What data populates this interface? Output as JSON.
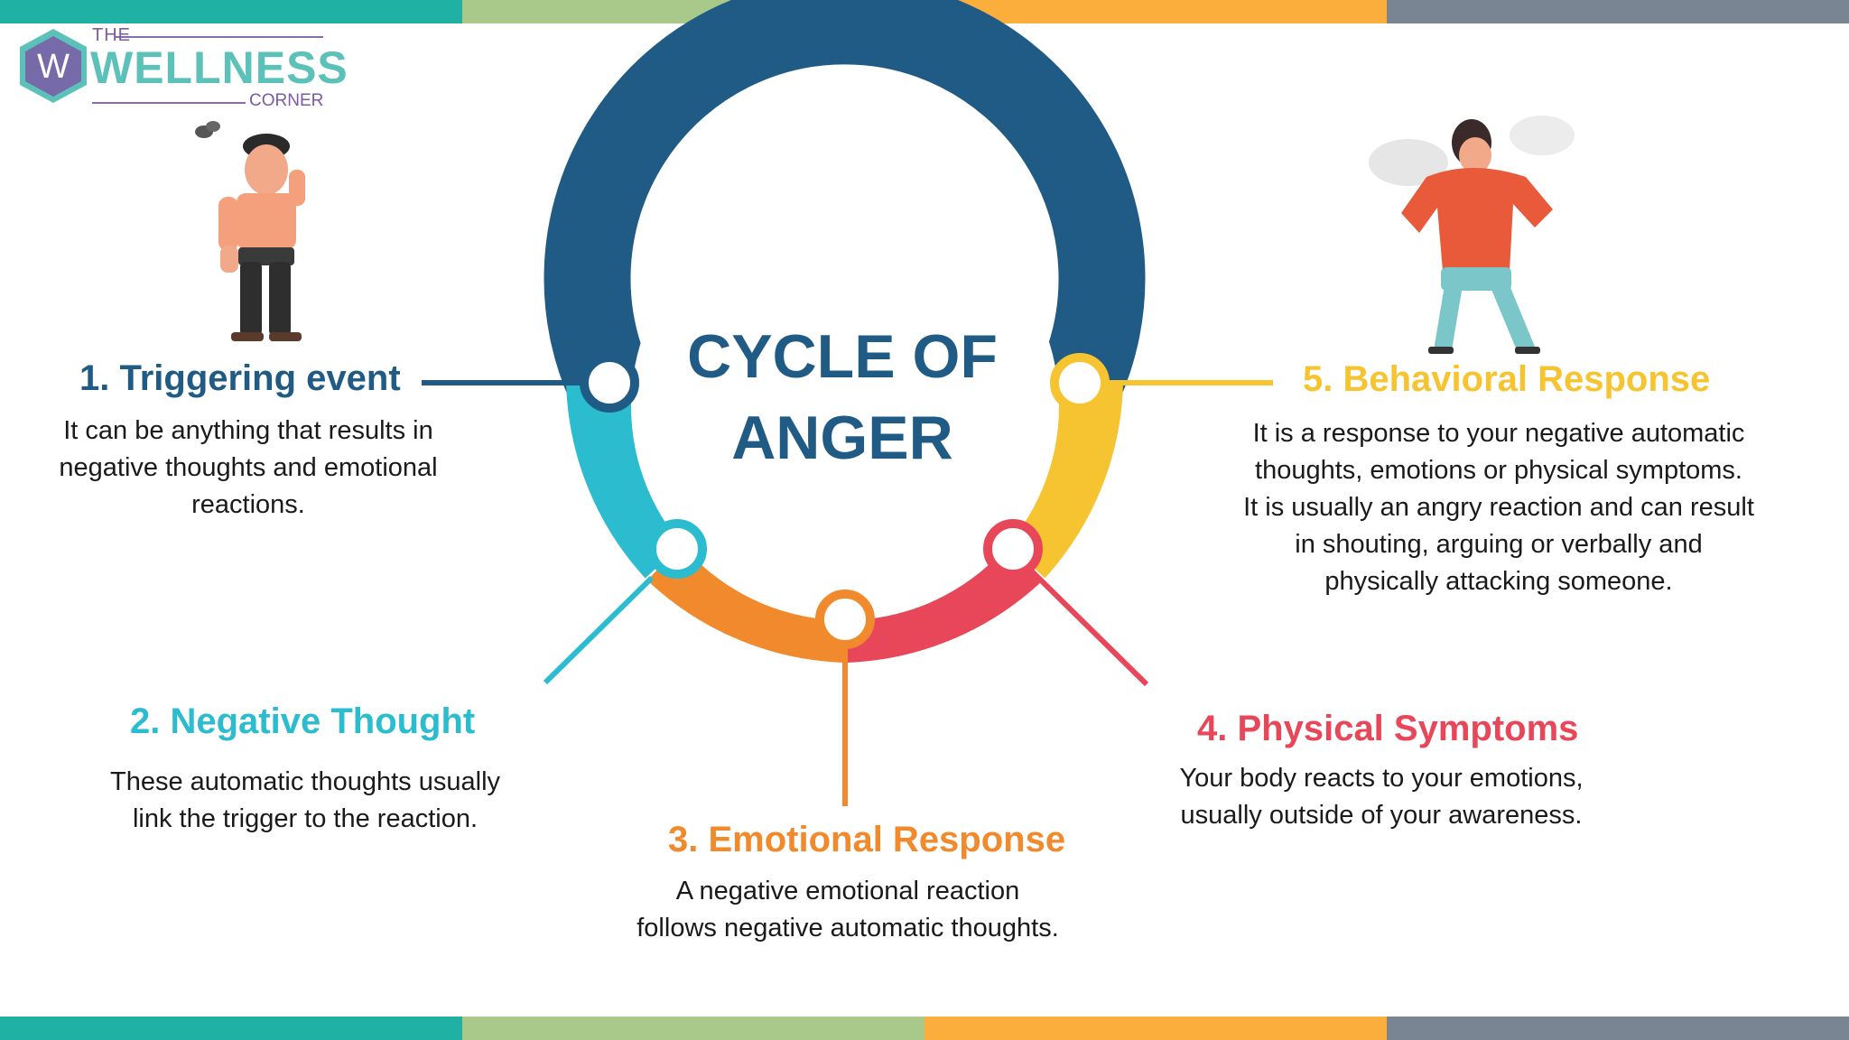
{
  "brand": {
    "the": "THE",
    "wellness": "WELLNESS",
    "corner": "CORNER",
    "badge_letter": "W"
  },
  "center": {
    "title_line1": "CYCLE OF",
    "title_line2": "ANGER"
  },
  "steps": [
    {
      "heading": "1. Triggering event",
      "lines": [
        "It can be anything that results in",
        "negative thoughts and emotional",
        "reactions."
      ],
      "color": "#1f5b85"
    },
    {
      "heading": "2. Negative Thought",
      "lines": [
        "These automatic thoughts usually",
        "link the trigger to the reaction."
      ],
      "color": "#2cbcd0"
    },
    {
      "heading": "3. Emotional Response",
      "lines": [
        "A negative emotional reaction",
        "follows negative automatic thoughts."
      ],
      "color": "#f08a2c"
    },
    {
      "heading": "4. Physical Symptoms",
      "lines": [
        "Your body reacts to your emotions,",
        "usually outside of your awareness."
      ],
      "color": "#e8475a"
    },
    {
      "heading": "5. Behavioral Response",
      "lines": [
        "It is a response to your negative automatic",
        "thoughts, emotions or physical symptoms.",
        "It is usually an angry reaction and can result",
        "in shouting, arguing or verbally and",
        "physically attacking someone."
      ],
      "color": "#f7c431"
    }
  ],
  "palette": {
    "band_teal": "#1fb1a4",
    "band_green": "#a8c98a",
    "band_orange": "#fbae3c",
    "band_gray": "#7a8593",
    "ring_blue": "#1f5b85",
    "ring_teal": "#2cbcd0",
    "ring_orange": "#f08a2c",
    "ring_red": "#e8475a",
    "ring_yellow": "#f7c431"
  }
}
